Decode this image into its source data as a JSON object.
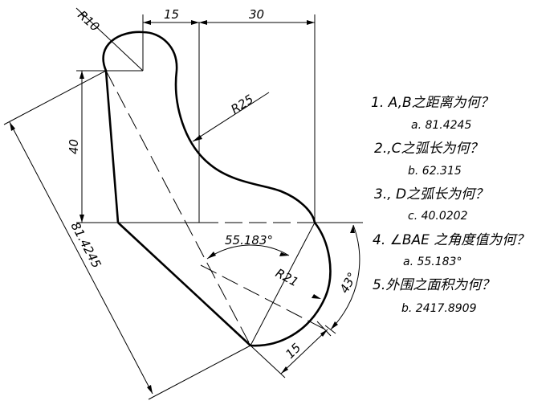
{
  "dimensions": {
    "r10": "R10",
    "d15_top": "15",
    "d30_top": "30",
    "r25": "R25",
    "d40": "40",
    "d81": "81.4245",
    "angle_55": "55.183°",
    "r21": "R21",
    "angle_43": "43°",
    "d15_bottom": "15"
  },
  "questions": [
    {
      "q": "1. A,B之距离为何？",
      "a": "a. 81.4245"
    },
    {
      "q": "2.,C之弧长为何？",
      "a": "b. 62.315"
    },
    {
      "q": "3., D之弧长为何？",
      "a": "c. 40.0202"
    },
    {
      "q": "4. ∠BAE 之角度值为何？",
      "a": "a. 55.183°"
    },
    {
      "q": "5.外围之面积为何？",
      "a": "b. 2417.8909"
    }
  ]
}
